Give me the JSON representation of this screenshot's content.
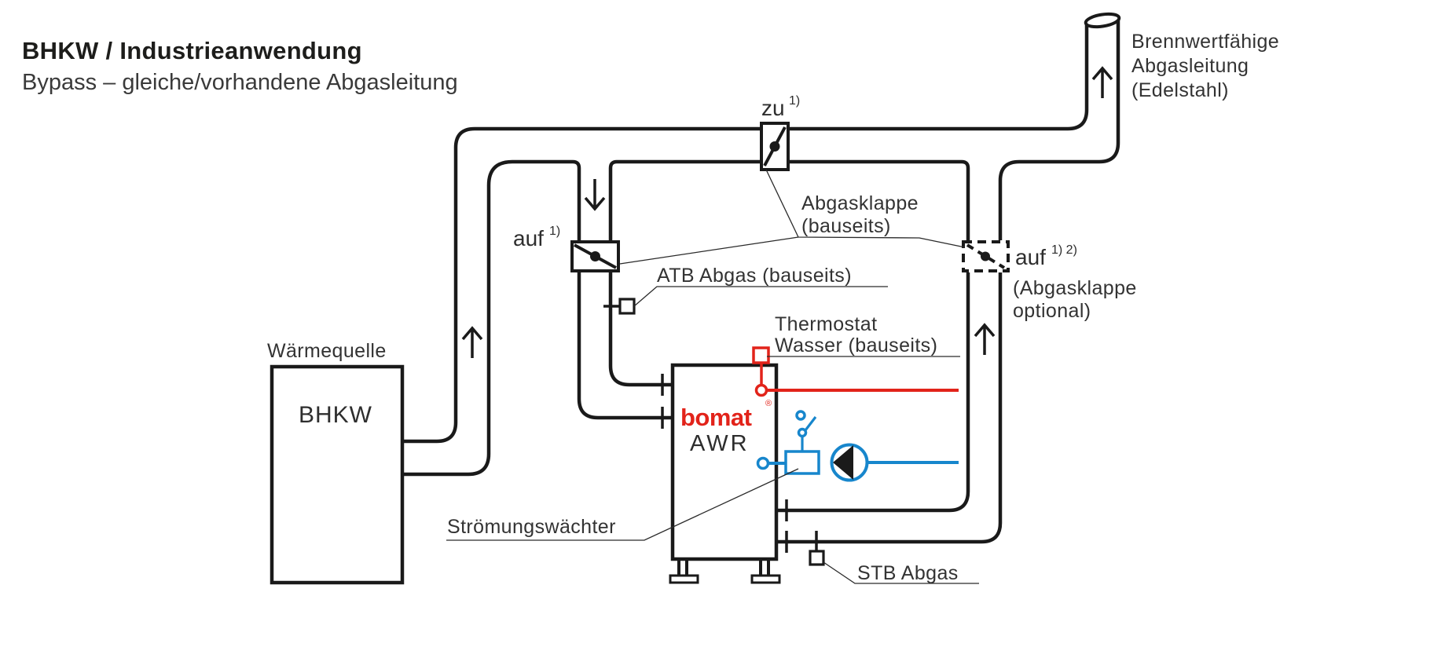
{
  "colors": {
    "line": "#1a1a1a",
    "text": "#333333",
    "red": "#e2231a",
    "blue": "#1786cc",
    "bg": "#ffffff"
  },
  "header": {
    "title": "BHKW / Industrieanwendung",
    "subtitle": "Bypass – gleiche/vorhandene Abgasleitung"
  },
  "source": {
    "caption": "Wärmequelle",
    "name": "BHKW"
  },
  "unit": {
    "brand": "bomat",
    "reg": "®",
    "model": "AWR"
  },
  "valves": {
    "top": {
      "state": "zu",
      "sup": "1)"
    },
    "mid": {
      "state": "auf",
      "sup": "1)"
    },
    "right": {
      "state": "auf",
      "sup": "1) 2)",
      "note1": "(Abgasklappe",
      "note2": "optional)"
    }
  },
  "labels": {
    "flap1": "Abgasklappe",
    "flap2": "(bauseits)",
    "atb": "ATB Abgas (bauseits)",
    "thermo1": "Thermostat",
    "thermo2": "Wasser (bauseits)",
    "flow": "Strömungswächter",
    "stb": "STB Abgas",
    "chimney1": "Brennwertfähige",
    "chimney2": "Abgasleitung",
    "chimney3": "(Edelstahl)"
  }
}
